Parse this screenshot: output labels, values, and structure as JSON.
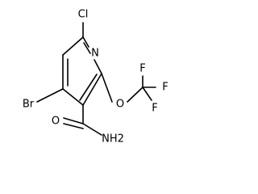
{
  "molecule": {
    "atoms": {
      "cl": "Cl",
      "n": "N",
      "br": "Br",
      "o_ether": "O",
      "f1": "F",
      "f2": "F",
      "f3": "F",
      "o_carbonyl": "O",
      "nh2": "NH2"
    }
  }
}
